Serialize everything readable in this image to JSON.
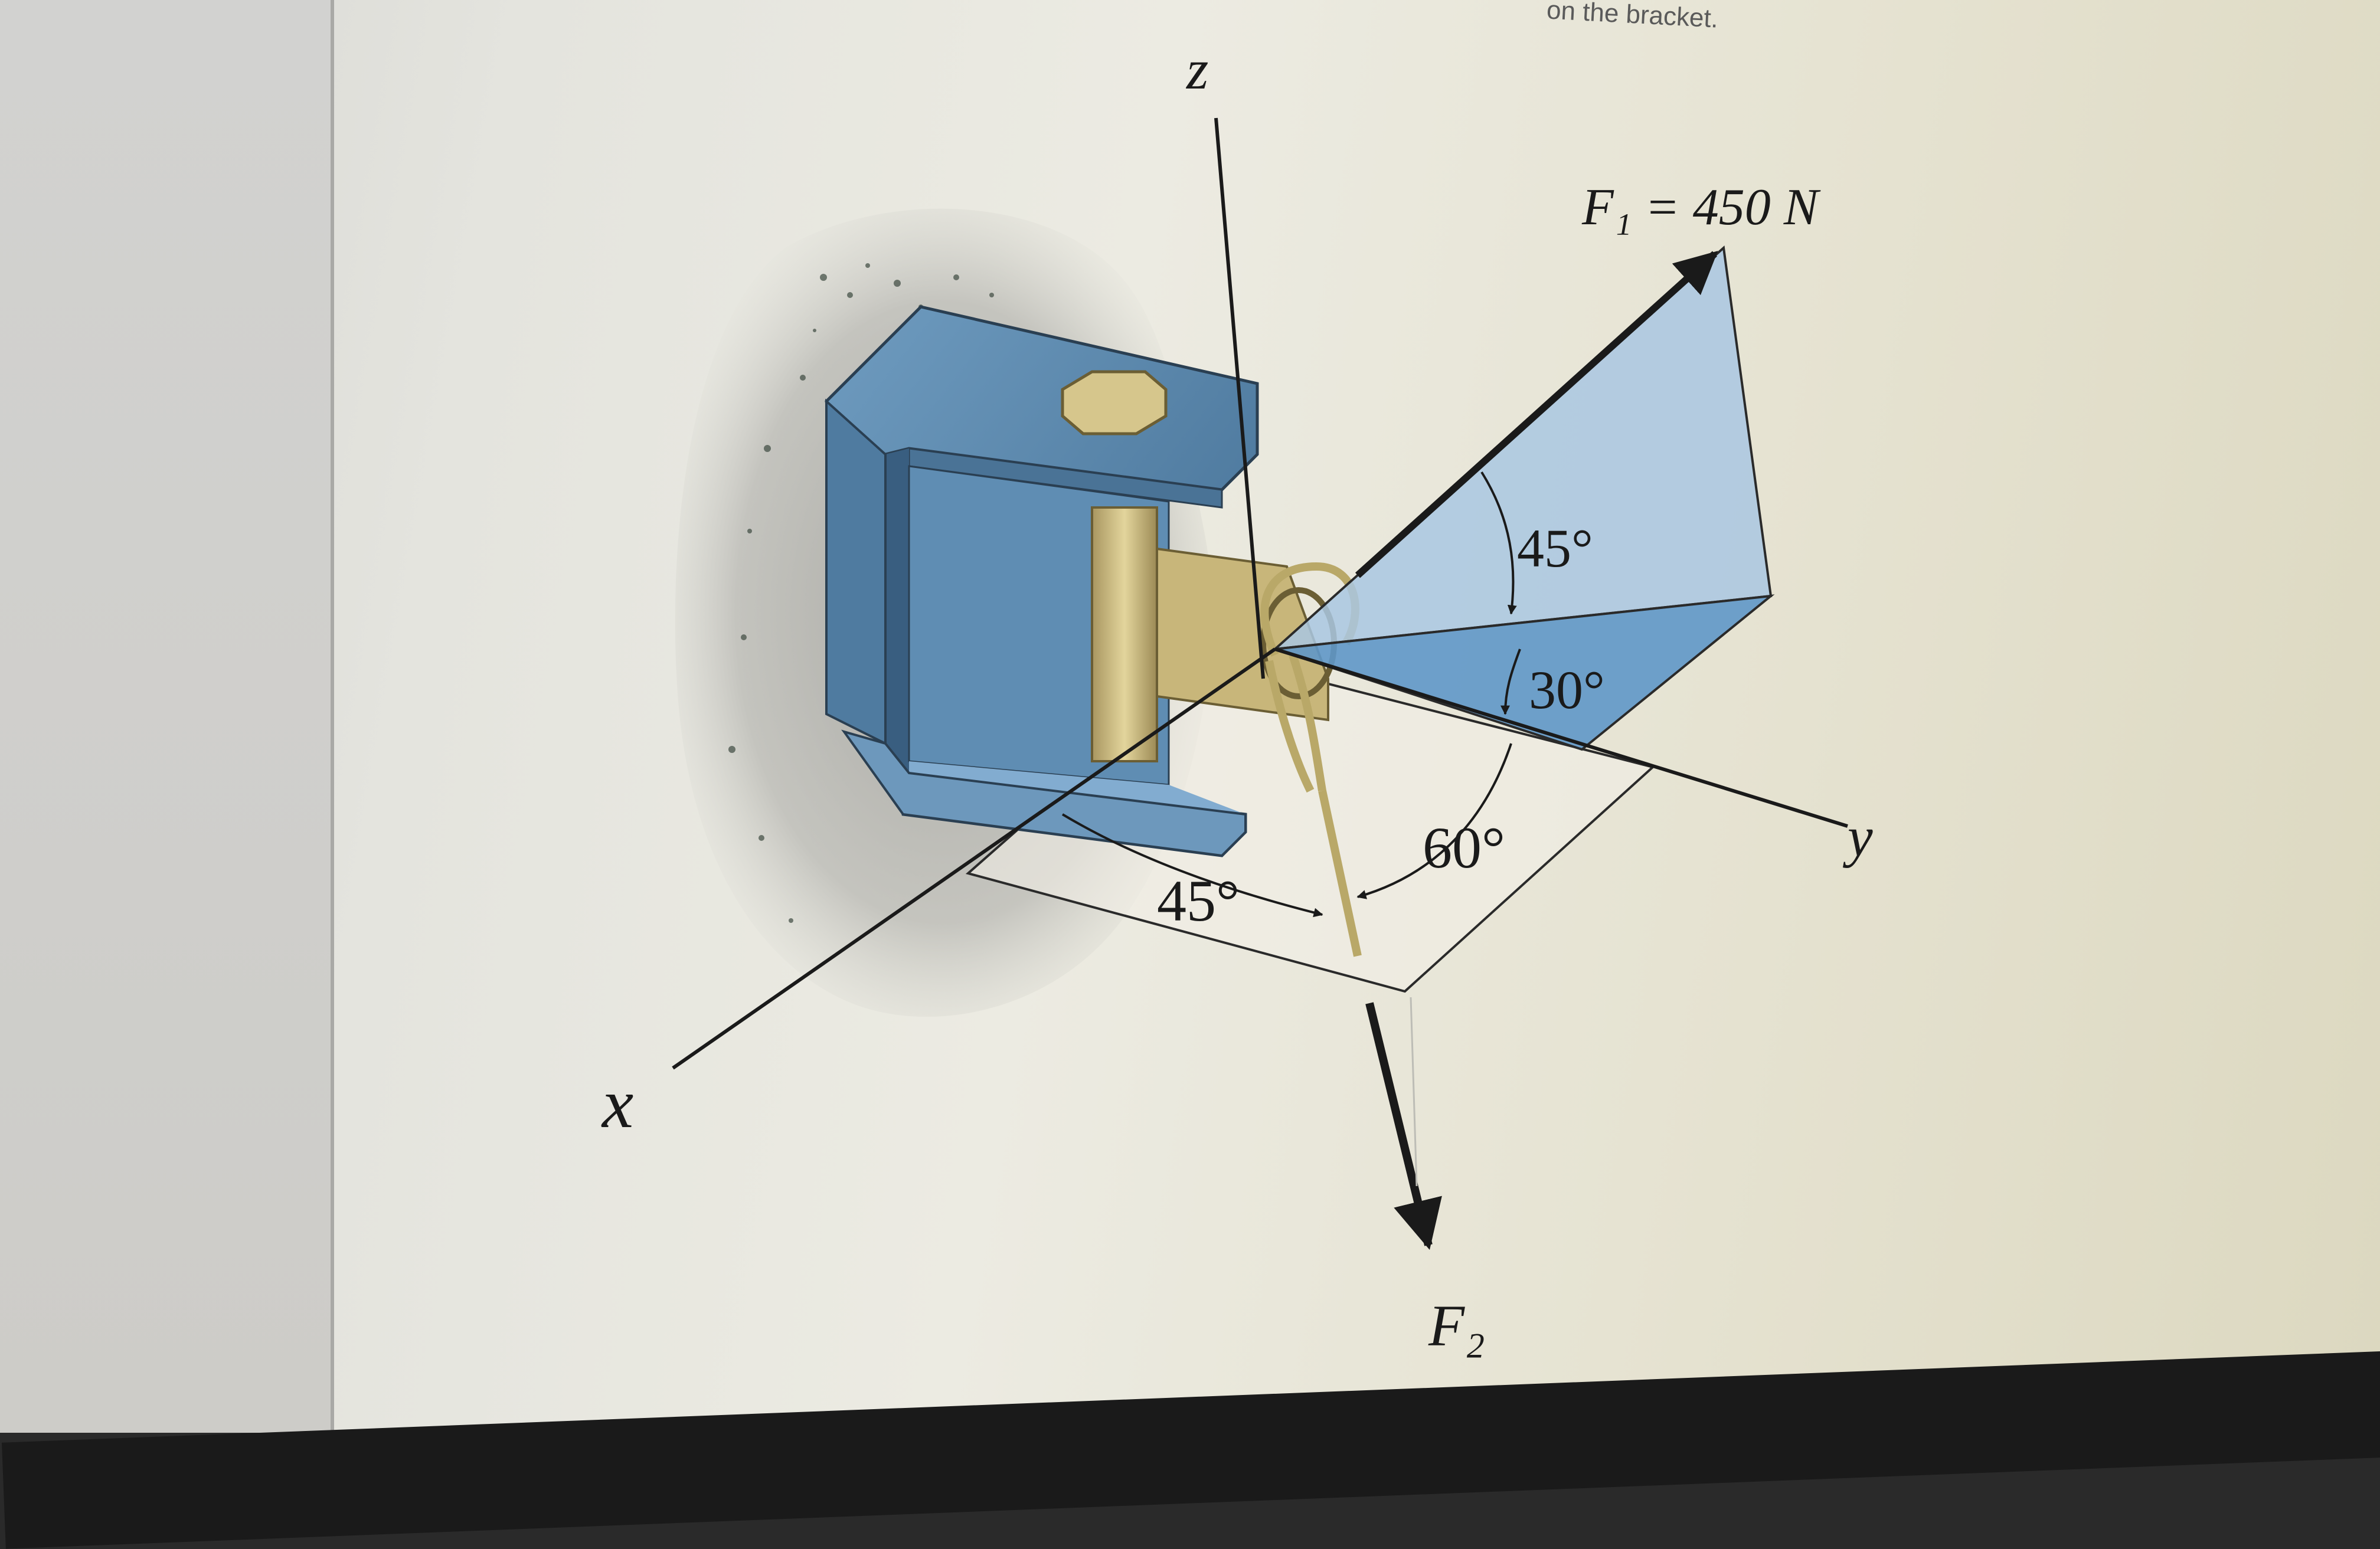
{
  "caption": "on the bracket.",
  "labels": {
    "z_axis": "z",
    "y_axis": "y",
    "x_axis": "x",
    "f1": "F₁ = 450 N",
    "f2": "F₂",
    "angle_45_top": "45°",
    "angle_30": "30°",
    "angle_60": "60°",
    "angle_45_bottom": "45°"
  },
  "colors": {
    "bracket_blue": "#5b87aa",
    "bolt_tan": "#c9b87e",
    "plane_light_blue": "#a9c7e2",
    "plane_mid_blue": "#5f97c8"
  }
}
